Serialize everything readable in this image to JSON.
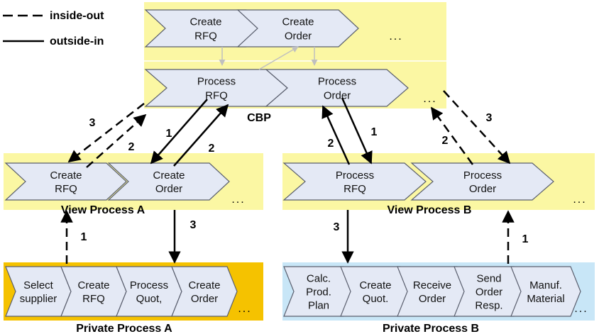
{
  "legend": {
    "dashed_label": "inside-out",
    "solid_label": "outside-in"
  },
  "cbp": {
    "label": "CBP",
    "top_steps": [
      [
        "Create",
        "RFQ"
      ],
      [
        "Create",
        "Order"
      ]
    ],
    "bottom_steps": [
      [
        "Process",
        "RFQ"
      ],
      [
        "Process",
        "Order"
      ]
    ],
    "more": "..."
  },
  "view_a": {
    "label": "View Process A",
    "steps": [
      [
        "Create",
        "RFQ"
      ],
      [
        "Create",
        "Order"
      ]
    ],
    "more": "..."
  },
  "view_b": {
    "label": "View Process B",
    "steps": [
      [
        "Process",
        "RFQ"
      ],
      [
        "Process",
        "Order"
      ]
    ],
    "more": "..."
  },
  "private_a": {
    "label": "Private Process A",
    "steps": [
      [
        "Select",
        "supplier"
      ],
      [
        "Create",
        "RFQ"
      ],
      [
        "Process",
        "Quot,"
      ],
      [
        "Create",
        "Order"
      ]
    ],
    "more": "..."
  },
  "private_b": {
    "label": "Private Process B",
    "steps": [
      [
        "Calc.",
        "Prod.",
        "Plan"
      ],
      [
        "Create",
        "Quot."
      ],
      [
        "Receive",
        "Order"
      ],
      [
        "Send",
        "Order",
        "Resp."
      ],
      [
        "Manuf.",
        "Material"
      ]
    ],
    "more": "..."
  },
  "arrow_labels": {
    "a_cbp_3": "3",
    "a_cbp_2": "2",
    "a_cbp_1": "1",
    "a_cbp_2b": "2",
    "b_cbp_2": "2",
    "b_cbp_1": "1",
    "b_cbp_2b": "2",
    "b_cbp_3": "3",
    "a_priv_1": "1",
    "a_priv_3": "3",
    "b_priv_3": "3",
    "b_priv_1": "1"
  },
  "colors": {
    "cbp_bg": "#fbf7a3",
    "view_bg": "#fbf7a3",
    "private_a_bg": "#f5c200",
    "private_b_bg": "#c8e6f7",
    "chevron_fill": "#e4e9f5"
  }
}
